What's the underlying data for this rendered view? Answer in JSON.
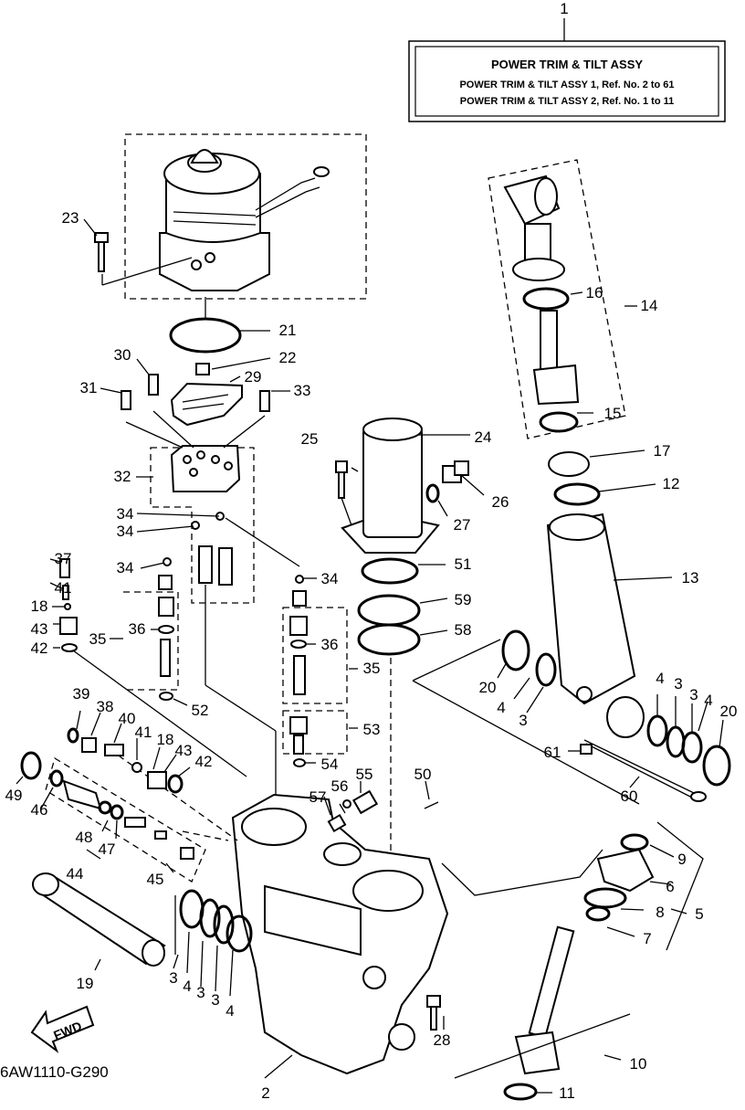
{
  "title_box": {
    "ref": "1",
    "line1": "POWER TRIM & TILT ASSY",
    "line2": "POWER TRIM & TILT ASSY 1,  Ref. No. 2 to 61",
    "line3": "POWER TRIM & TILT ASSY 2,  Ref. No. 1 to 11"
  },
  "diagram_code": "6AW1110-G290",
  "fwd_label": "FWD",
  "callouts": {
    "c2": "2",
    "c3a": "3",
    "c3b": "3",
    "c3c": "3",
    "c3d": "3",
    "c3e": "3",
    "c3f": "3",
    "c4a": "4",
    "c4b": "4",
    "c4c": "4",
    "c4d": "4",
    "c4e": "4",
    "c5": "5",
    "c6": "6",
    "c7": "7",
    "c8": "8",
    "c9": "9",
    "c10": "10",
    "c11": "11",
    "c12": "12",
    "c13": "13",
    "c14": "14",
    "c15": "15",
    "c16": "16",
    "c17": "17",
    "c18a": "18",
    "c18b": "18",
    "c19": "19",
    "c20a": "20",
    "c20b": "20",
    "c21": "21",
    "c22": "22",
    "c23": "23",
    "c24": "24",
    "c25": "25",
    "c26": "26",
    "c27": "27",
    "c28": "28",
    "c29": "29",
    "c30": "30",
    "c31": "31",
    "c32": "32",
    "c33": "33",
    "c34a": "34",
    "c34b": "34",
    "c34c": "34",
    "c34d": "34",
    "c35a": "35",
    "c35b": "35",
    "c36a": "36",
    "c36b": "36",
    "c37": "37",
    "c38": "38",
    "c39": "39",
    "c40": "40",
    "c41a": "41",
    "c41b": "41",
    "c42a": "42",
    "c42b": "42",
    "c43a": "43",
    "c43b": "43",
    "c44": "44",
    "c45": "45",
    "c46": "46",
    "c47": "47",
    "c48": "48",
    "c49": "49",
    "c50": "50",
    "c51": "51",
    "c52": "52",
    "c53": "53",
    "c54": "54",
    "c55": "55",
    "c56": "56",
    "c57": "57",
    "c58": "58",
    "c59": "59",
    "c60": "60",
    "c61": "61"
  }
}
